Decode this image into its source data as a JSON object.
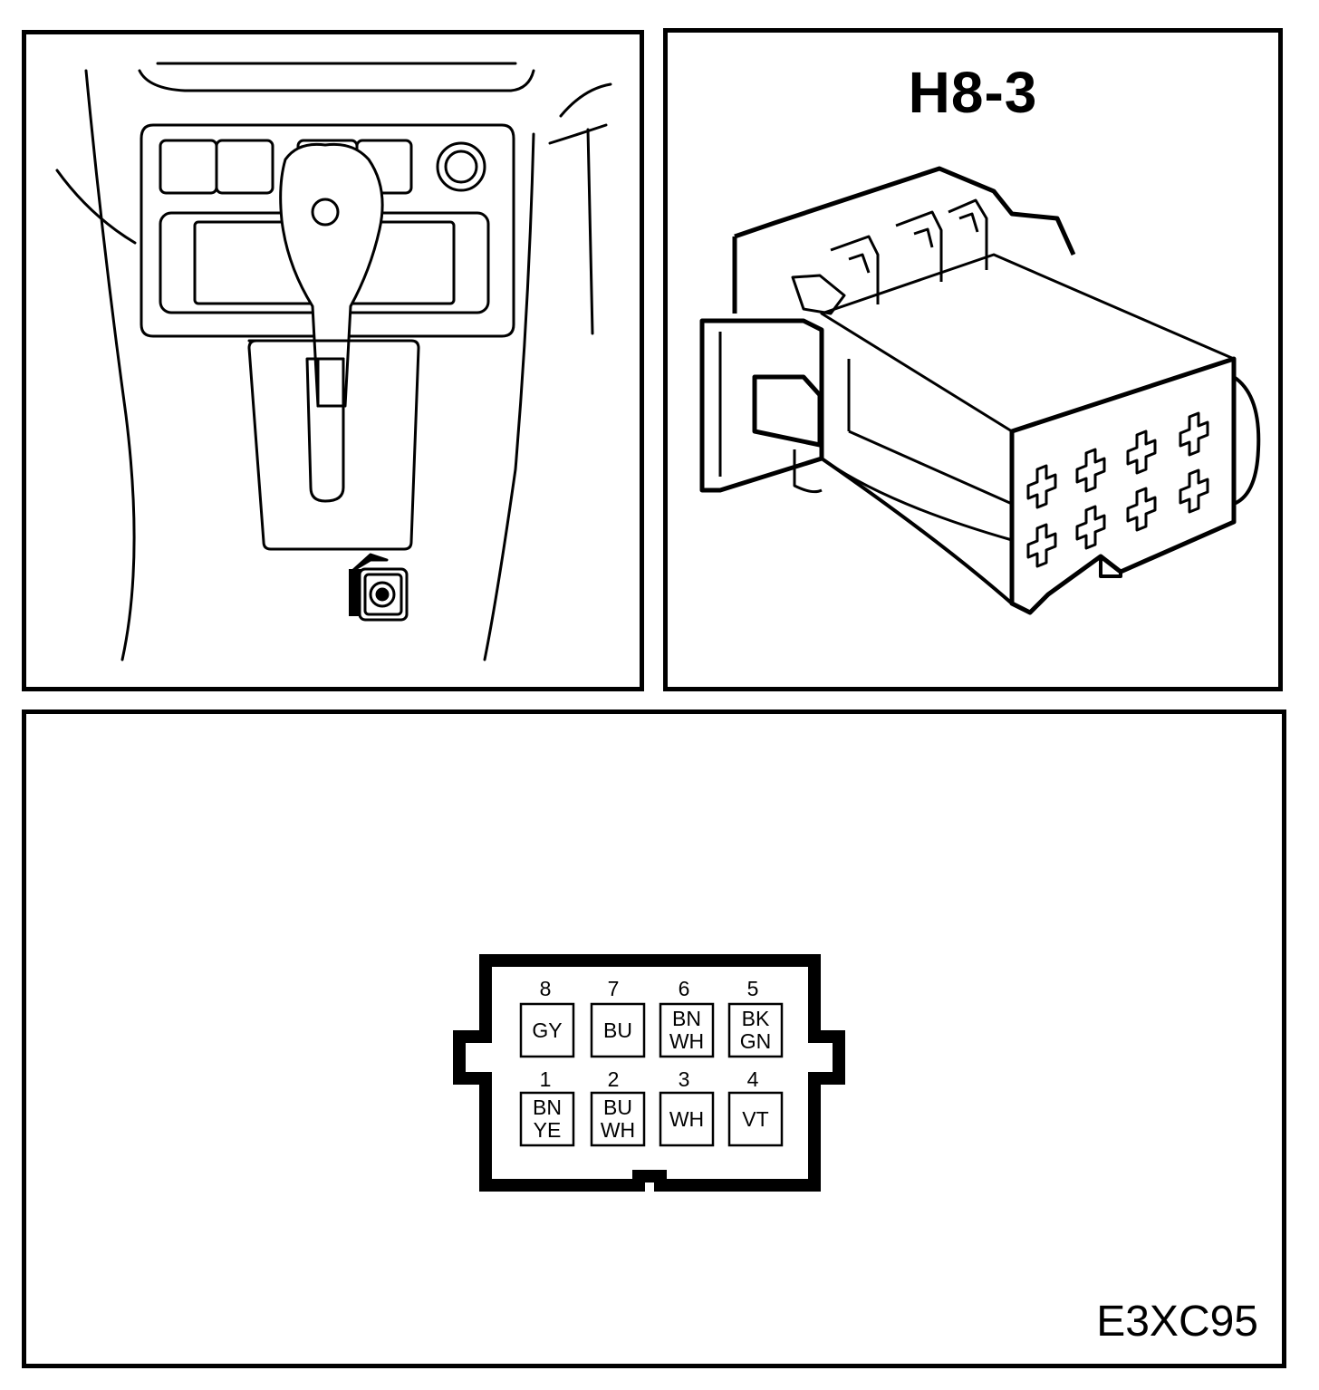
{
  "connector_view": {
    "title": "H8-3"
  },
  "figure": {
    "code": "E3XC95"
  },
  "pinout": {
    "top_row": [
      {
        "pin": "8",
        "wire": [
          "GY"
        ]
      },
      {
        "pin": "7",
        "wire": [
          "BU"
        ]
      },
      {
        "pin": "6",
        "wire": [
          "BN",
          "WH"
        ]
      },
      {
        "pin": "5",
        "wire": [
          "BK",
          "GN"
        ]
      }
    ],
    "bottom_row": [
      {
        "pin": "1",
        "wire": [
          "BN",
          "YE"
        ]
      },
      {
        "pin": "2",
        "wire": [
          "BU",
          "WH"
        ]
      },
      {
        "pin": "3",
        "wire": [
          "WH"
        ]
      },
      {
        "pin": "4",
        "wire": [
          "VT"
        ]
      }
    ]
  }
}
